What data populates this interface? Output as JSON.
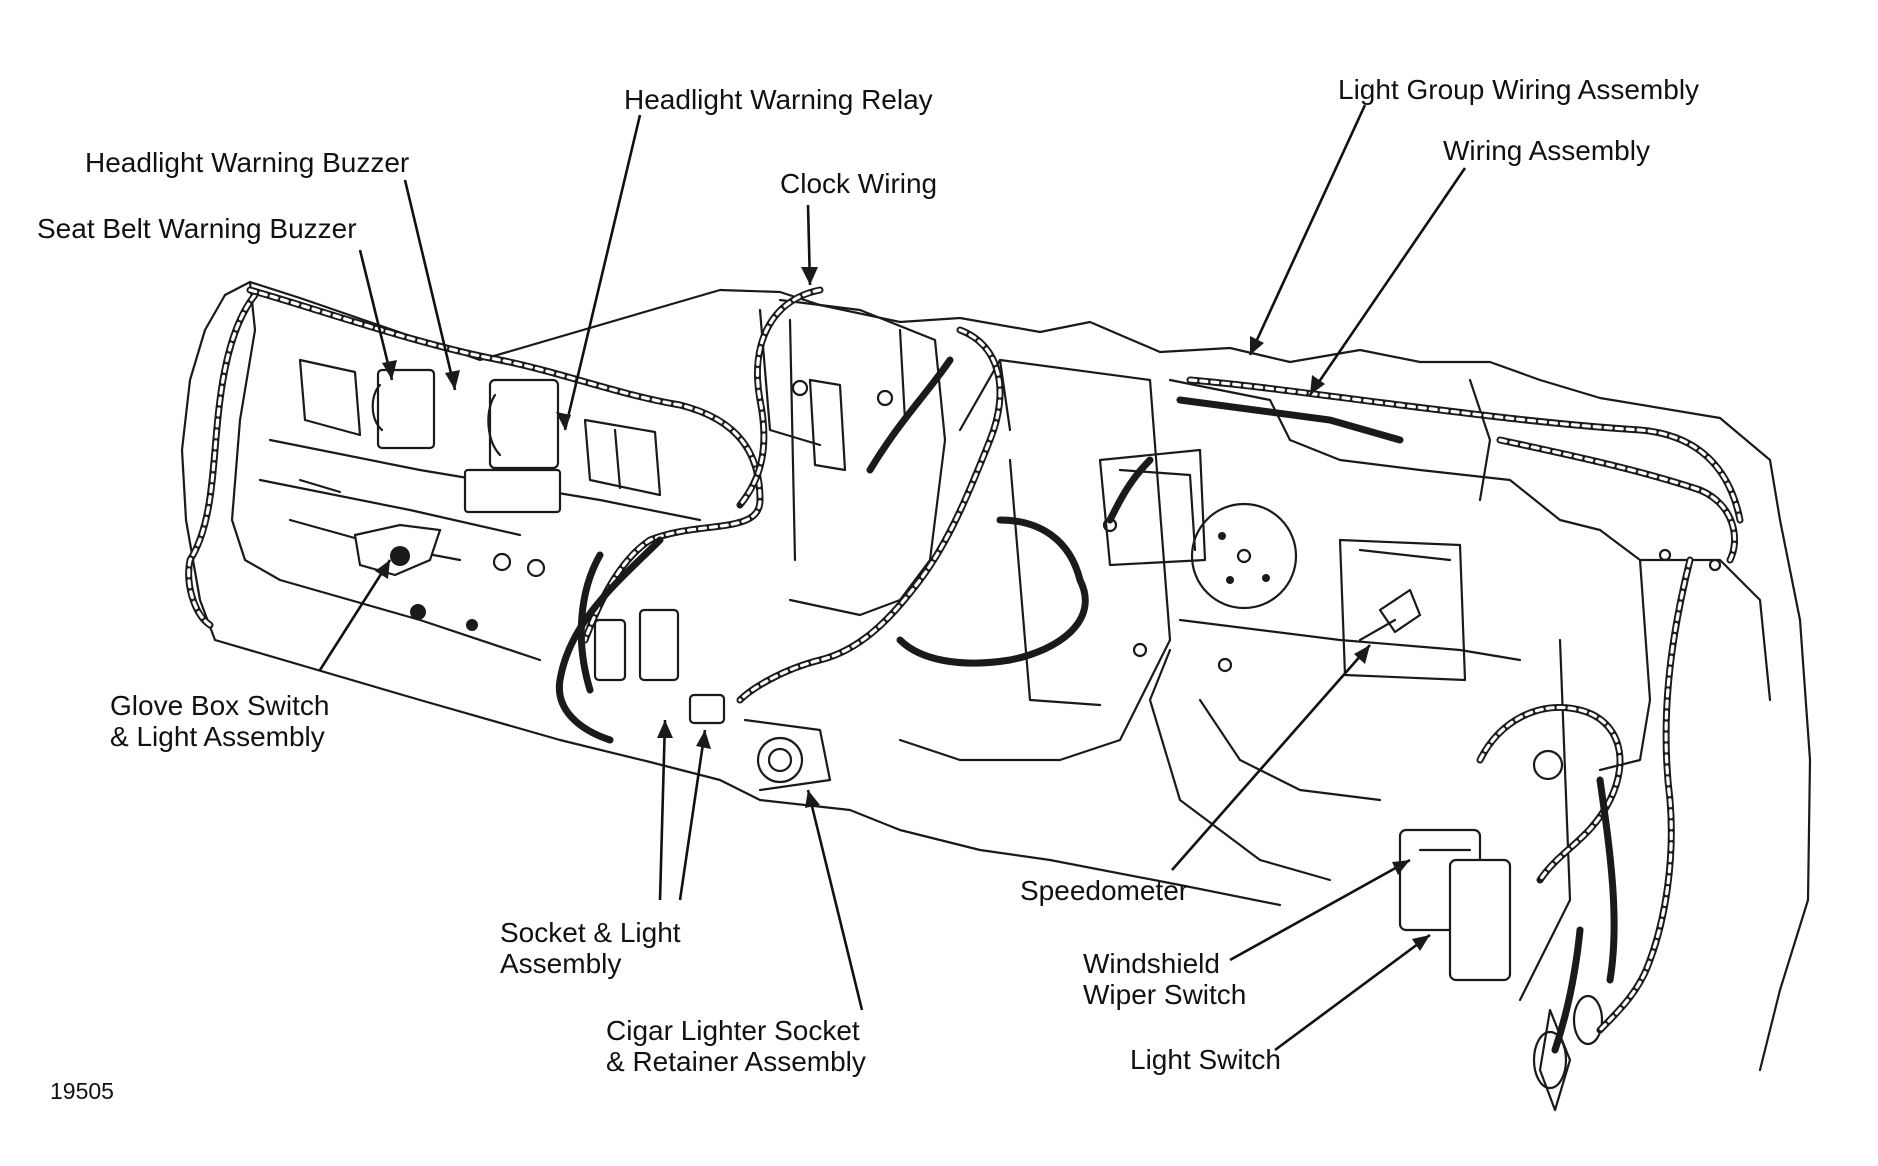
{
  "figure_number": "19505",
  "labels": {
    "headlight_warning_relay": "Headlight Warning Relay",
    "headlight_warning_buzzer": "Headlight Warning Buzzer",
    "seat_belt_warning_buzzer": "Seat Belt Warning Buzzer",
    "clock_wiring": "Clock Wiring",
    "light_group_wiring_assembly": "Light Group Wiring Assembly",
    "wiring_assembly": "Wiring Assembly",
    "glove_box_switch": {
      "line1": "Glove Box Switch",
      "line2": "& Light Assembly"
    },
    "socket_light_assembly": {
      "line1": "Socket & Light",
      "line2": "Assembly"
    },
    "cigar_lighter_socket": {
      "line1": "Cigar Lighter Socket",
      "line2": "& Retainer Assembly"
    },
    "speedometer": "Speedometer",
    "windshield_wiper_switch": {
      "line1": "Windshield",
      "line2": "Wiper Switch"
    },
    "light_switch": "Light Switch"
  }
}
